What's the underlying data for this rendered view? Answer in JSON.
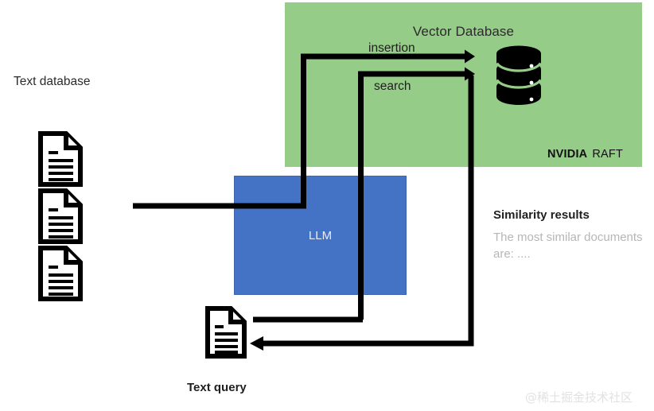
{
  "diagram": {
    "title": "LLM Vector Database RAG flow",
    "colors": {
      "panel_green": "#95CC87",
      "llm_blue": "#4472C4",
      "stroke_black": "#000000",
      "muted_gray": "#b6b6b6",
      "watermark_gray": "#e2e2e2",
      "background": "#ffffff"
    }
  },
  "vector_database": {
    "title": "Vector Database",
    "vendor_bold": "NVIDIA",
    "vendor_product": "RAFT",
    "icon": "database-cylinder-icon"
  },
  "llm": {
    "label": "LLM"
  },
  "text_database": {
    "label": "Text database",
    "document_count": 3,
    "icon": "document-icon"
  },
  "text_query": {
    "label": "Text query",
    "icon": "document-icon"
  },
  "similarity": {
    "title": "Similarity results",
    "body": "The most similar documents are: ...."
  },
  "edges": {
    "insertion": "insertion",
    "search": "search"
  },
  "watermark": {
    "text": "@稀土掘金技术社区"
  }
}
